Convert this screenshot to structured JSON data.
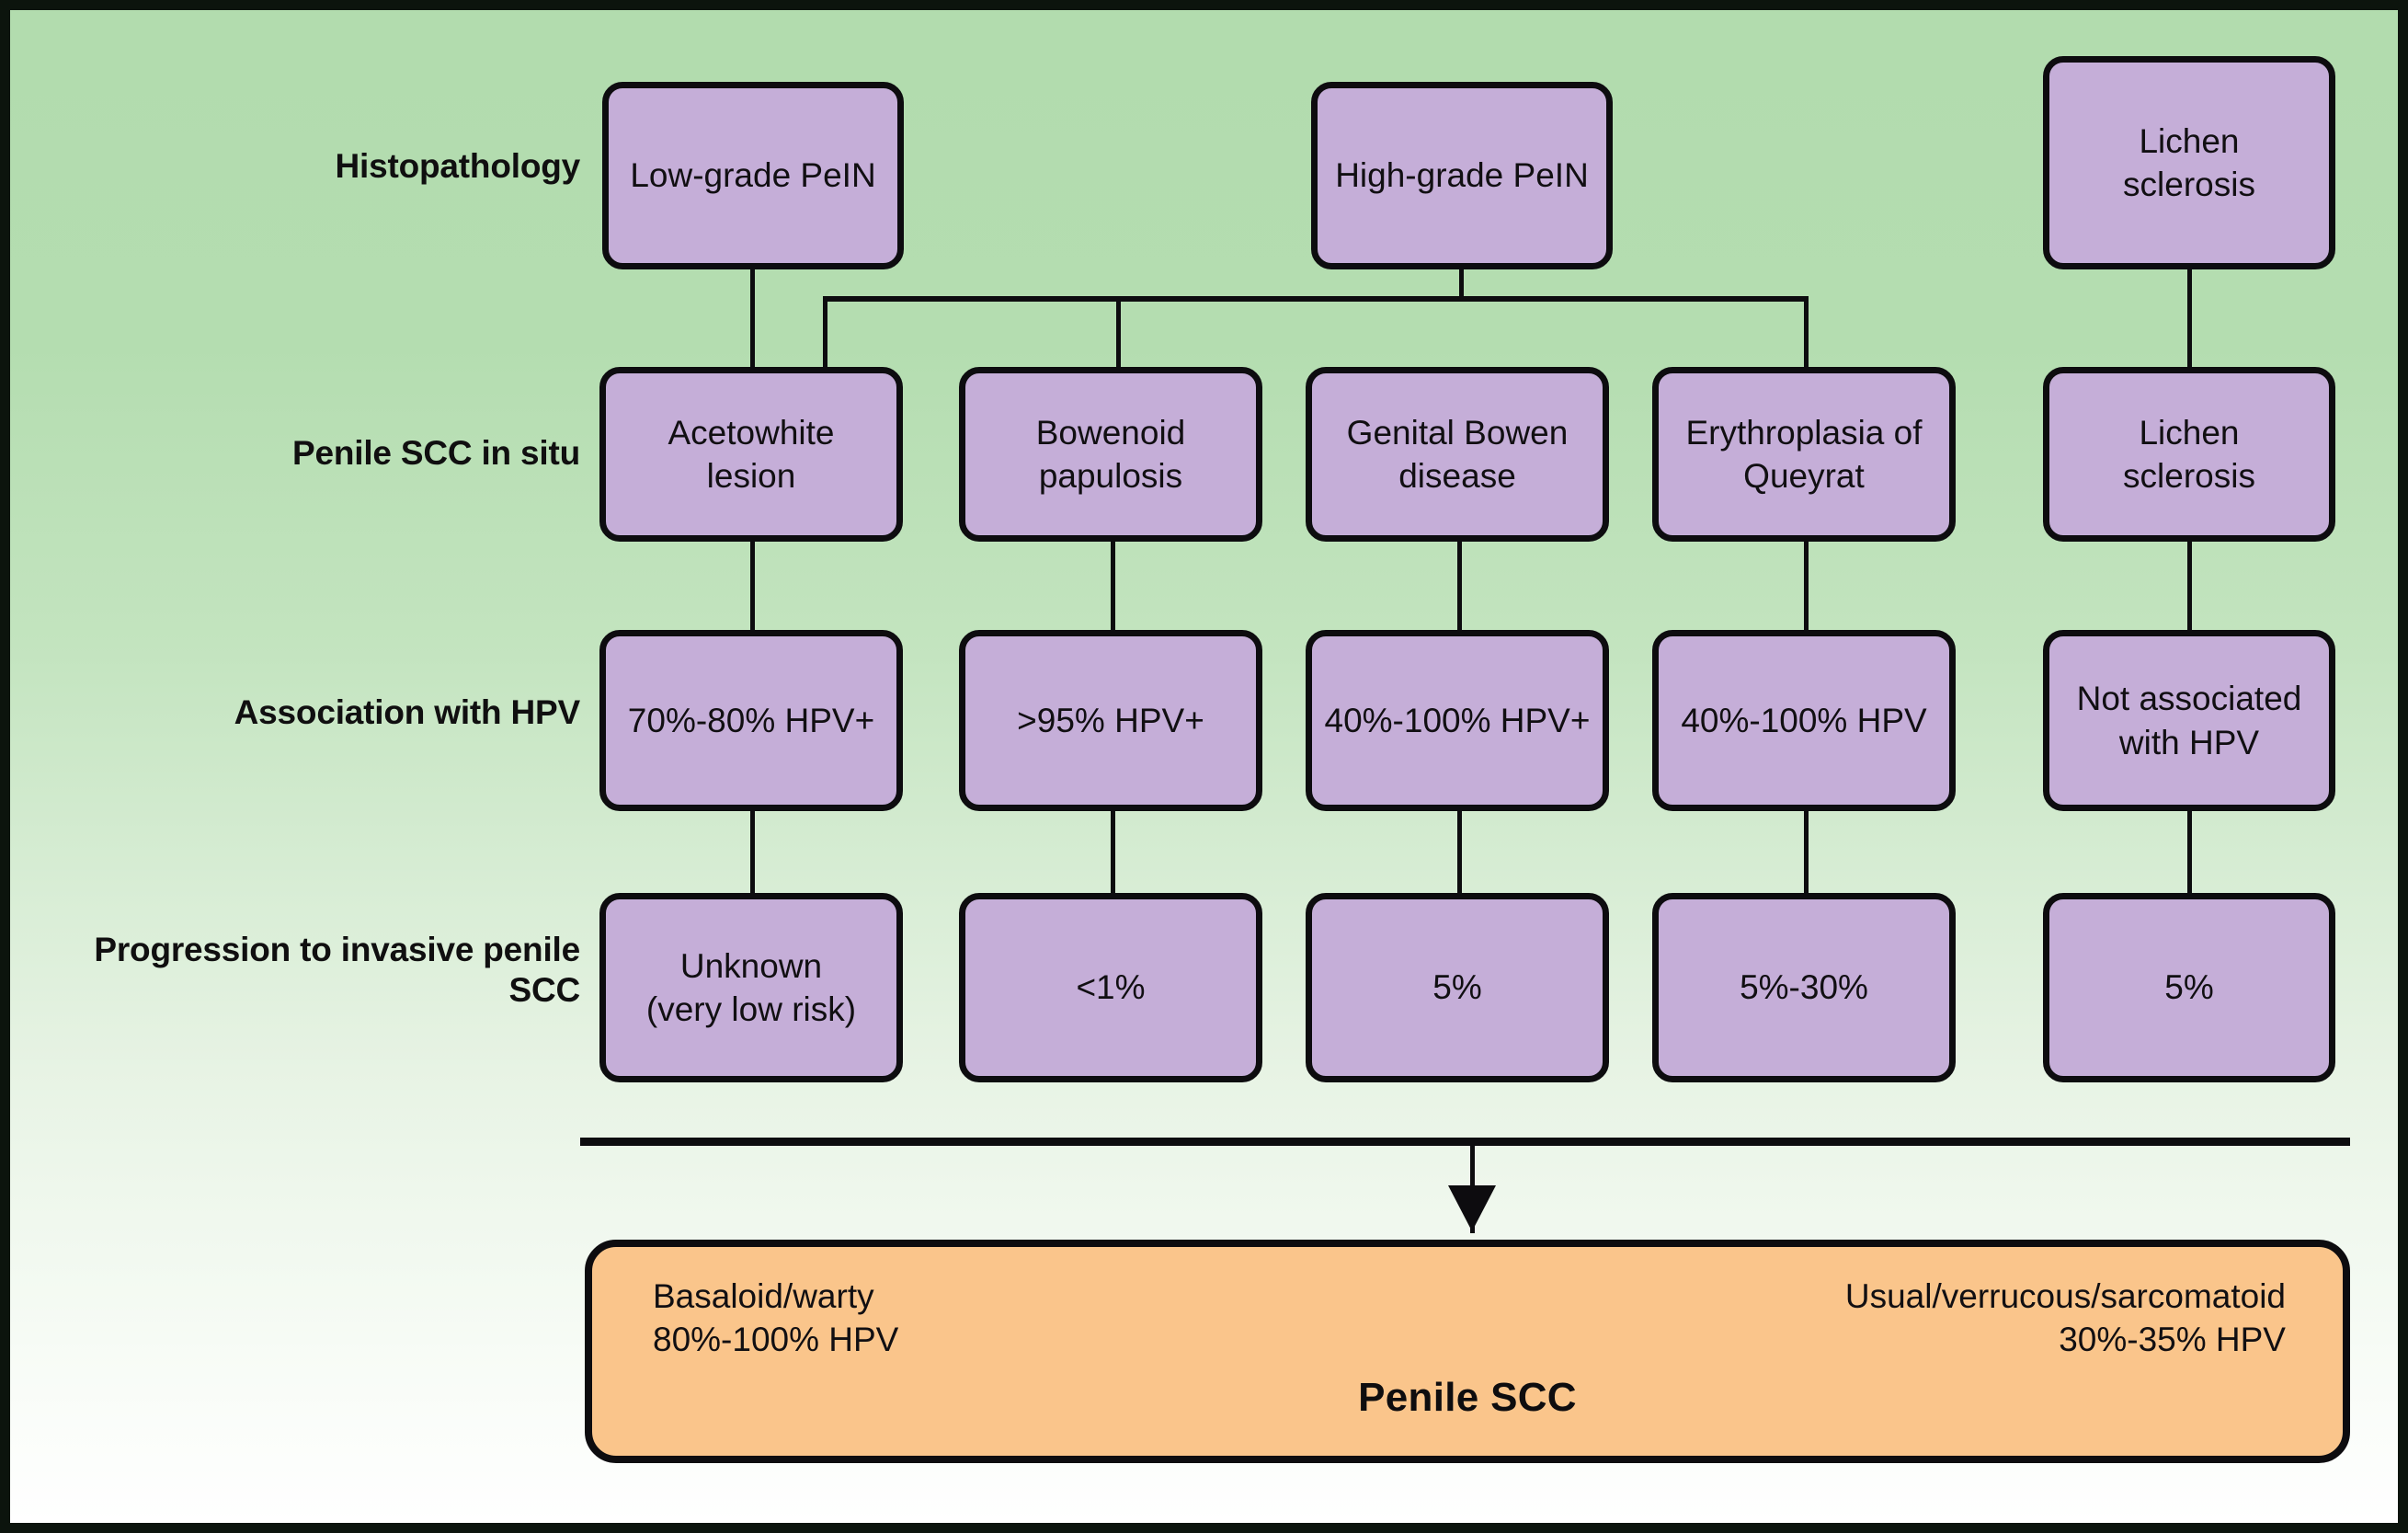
{
  "figure": {
    "background_top_color": "#b2dcae",
    "background_bottom_color": "#ffffff",
    "node_fill_color": "#c5aed8",
    "outcome_fill_color": "#fac58b",
    "line_color": "#0d0c0f"
  },
  "rows": [
    {
      "label": "Histopathology",
      "nodes": [
        {
          "text": "Low-grade PeIN"
        },
        {
          "text": "High-grade PeIN"
        },
        {
          "text": "Lichen\nsclerosis"
        }
      ]
    },
    {
      "label": "Penile SCC in situ",
      "nodes": [
        {
          "text": "Acetowhite\nlesion"
        },
        {
          "text": "Bowenoid\npapulosis"
        },
        {
          "text": "Genital Bowen\ndisease"
        },
        {
          "text": "Erythroplasia of\nQueyrat"
        },
        {
          "text": "Lichen\nsclerosis"
        }
      ]
    },
    {
      "label": "Association with HPV",
      "nodes": [
        {
          "text": "70%-80% HPV+"
        },
        {
          "text": ">95% HPV+"
        },
        {
          "text": "40%-100% HPV+"
        },
        {
          "text": "40%-100% HPV"
        },
        {
          "text": "Not associated\nwith HPV"
        }
      ]
    },
    {
      "label": "Progression to invasive penile\nSCC",
      "nodes": [
        {
          "text": "Unknown\n(very low risk)"
        },
        {
          "text": "<1%"
        },
        {
          "text": "5%"
        },
        {
          "text": "5%-30%"
        },
        {
          "text": "5%"
        }
      ]
    }
  ],
  "outcome": {
    "left_text": "Basaloid/warty\n80%-100% HPV",
    "right_text": "Usual/verrucous/sarcomatoid\n30%-35% HPV",
    "title": "Penile SCC"
  },
  "chart_data": {
    "type": "table",
    "title": "Penile squamous cell carcinoma precursor lesions pathway",
    "row_headers": [
      "Histopathology",
      "Penile SCC in situ",
      "Association with HPV",
      "Progression to invasive penile SCC"
    ],
    "columns": [
      {
        "histopathology": "Low-grade PeIN",
        "penile_scc_in_situ": "Acetowhite lesion",
        "association_with_hpv": "70%-80% HPV+",
        "progression_to_invasive_penile_scc": "Unknown (very low risk)"
      },
      {
        "histopathology": "High-grade PeIN",
        "penile_scc_in_situ": "Bowenoid papulosis",
        "association_with_hpv": ">95% HPV+",
        "progression_to_invasive_penile_scc": "<1%"
      },
      {
        "histopathology": "High-grade PeIN",
        "penile_scc_in_situ": "Genital Bowen disease",
        "association_with_hpv": "40%-100% HPV+",
        "progression_to_invasive_penile_scc": "5%"
      },
      {
        "histopathology": "High-grade PeIN",
        "penile_scc_in_situ": "Erythroplasia of Queyrat",
        "association_with_hpv": "40%-100% HPV",
        "progression_to_invasive_penile_scc": "5%-30%"
      },
      {
        "histopathology": "Lichen sclerosis",
        "penile_scc_in_situ": "Lichen sclerosis",
        "association_with_hpv": "Not associated with HPV",
        "progression_to_invasive_penile_scc": "5%"
      }
    ],
    "outcome": {
      "label": "Penile SCC",
      "hpv_associated_subtypes": "Basaloid/warty",
      "hpv_associated_rate": "80%-100% HPV",
      "non_hpv_subtypes": "Usual/verrucous/sarcomatoid",
      "non_hpv_rate": "30%-35% HPV"
    }
  }
}
